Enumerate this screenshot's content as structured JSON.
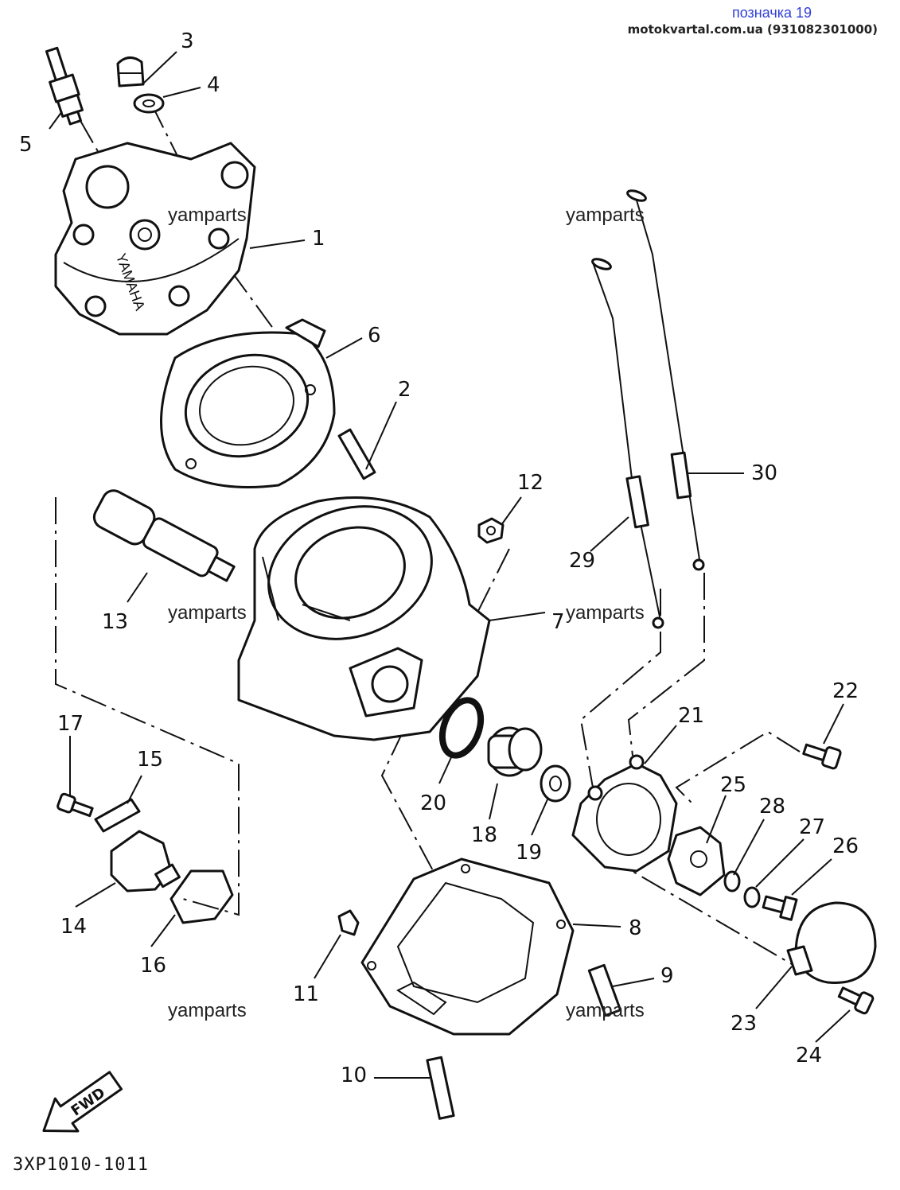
{
  "header": {
    "page_label": "позначка 19",
    "shop_line": "motokvartal.com.ua (931082301000)"
  },
  "watermark": "yamparts",
  "drawing_code": "3XP1010-1011",
  "brand_text": "YAMAHA",
  "fwd_label": "FWD",
  "callouts": [
    "1",
    "2",
    "3",
    "4",
    "5",
    "6",
    "7",
    "8",
    "9",
    "10",
    "11",
    "12",
    "13",
    "14",
    "15",
    "16",
    "17",
    "18",
    "19",
    "20",
    "21",
    "22",
    "23",
    "24",
    "25",
    "26",
    "27",
    "28",
    "29",
    "30"
  ]
}
